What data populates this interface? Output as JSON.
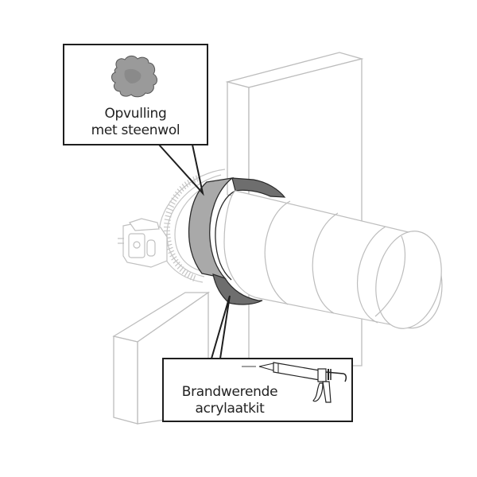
{
  "diagram": {
    "title": "Brandwerende doorvoering ventilatiekanaal",
    "callouts": [
      {
        "id": "rockwool",
        "line1": "Opvulling",
        "line2": "met steenwol",
        "icon": "rockwool-icon",
        "points_to": "insulation-ring"
      },
      {
        "id": "sealant",
        "line1": "Brandwerende",
        "line2": "acrylaatkit",
        "icon": "caulking-gun-icon",
        "points_to": "sealant-ring"
      }
    ],
    "components": [
      "wall",
      "floor-slab",
      "fire-damper",
      "actuator",
      "insulation-ring",
      "sealant-ring",
      "spiral-duct"
    ],
    "colors": {
      "outline": "#bdbdbd",
      "callout_border": "#1e1e1e",
      "insulation_fill": "#a9a9a9",
      "sealant_fill": "#6e6e6e",
      "rockwool_fill": "#9a9a9a"
    }
  }
}
